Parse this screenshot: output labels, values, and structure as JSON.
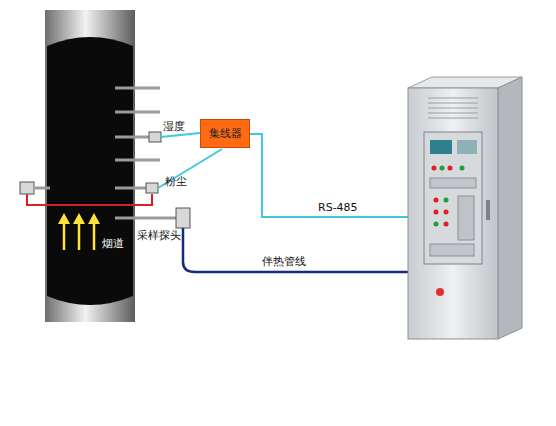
{
  "diagram": {
    "nodes": [
      {
        "text": [
          "集线器"
        ]
      }
    ],
    "labels": [
      "湿度",
      "粉尘",
      "采样探头",
      "烟道",
      "RS-485",
      "伴热管线"
    ]
  }
}
